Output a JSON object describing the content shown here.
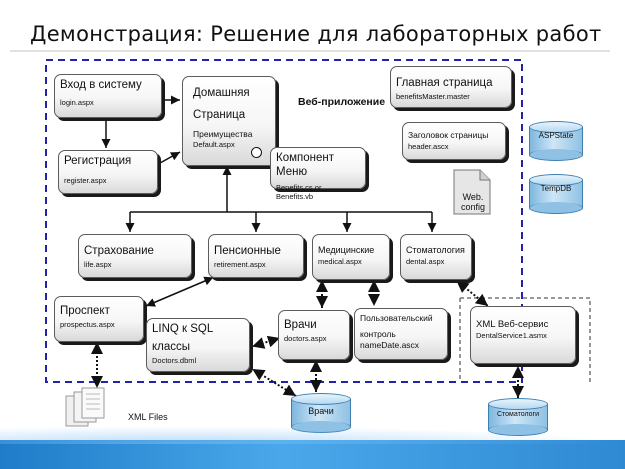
{
  "title": "Демонстрация: Решение для лабораторных работ",
  "webapp_label": "Веб-приложение",
  "boxes": {
    "login": {
      "title": "Вход в систему",
      "sub": "login.aspx"
    },
    "register": {
      "title": "Регистрация",
      "sub": "register.aspx"
    },
    "home": {
      "line1": "Домашняя",
      "line2": "Страница",
      "line3": "Преимущества",
      "sub": "Default.aspx"
    },
    "menu": {
      "title": "Компонент Меню",
      "sub": "Benefits.cs or Benefits.vb"
    },
    "master": {
      "title": "Главная страница",
      "sub": "benefitsMaster.master"
    },
    "header": {
      "title": "Заголовок страницы",
      "sub": "header.ascx"
    },
    "insurance": {
      "title": "Страхование",
      "sub": "life.aspx"
    },
    "pension": {
      "title": "Пенсионные",
      "sub": "retirement.aspx"
    },
    "medical": {
      "title": "Медицинские",
      "sub": "medical.aspx"
    },
    "dental": {
      "title": "Стоматология",
      "sub": "dental.aspx"
    },
    "prospectus": {
      "title": "Проспект",
      "sub": "prospectus.aspx"
    },
    "linq": {
      "line1": "LINQ к SQL",
      "line2": "классы",
      "sub": "Doctors.dbml"
    },
    "doctors": {
      "title": "Врачи",
      "sub": "doctors.aspx"
    },
    "usercontrol": {
      "line1": "Пользовательский",
      "line2": "контроль",
      "sub": "nameDate.ascx"
    },
    "xmlws": {
      "title": "XML Веб-сервис",
      "sub": "DentalService1.asmx"
    }
  },
  "databases": {
    "aspstate": "ASPState",
    "tempdb": "TempDB",
    "doctors_db": "Врачи",
    "dentists_db": "Стоматологи"
  },
  "webconfig": {
    "line1": "Web.",
    "line2": "config"
  },
  "xmlfiles": "XML Files",
  "colors": {
    "band": "#2f89d3",
    "db_fill": "#a9d1ee",
    "box_border": "#5c5c5c"
  }
}
